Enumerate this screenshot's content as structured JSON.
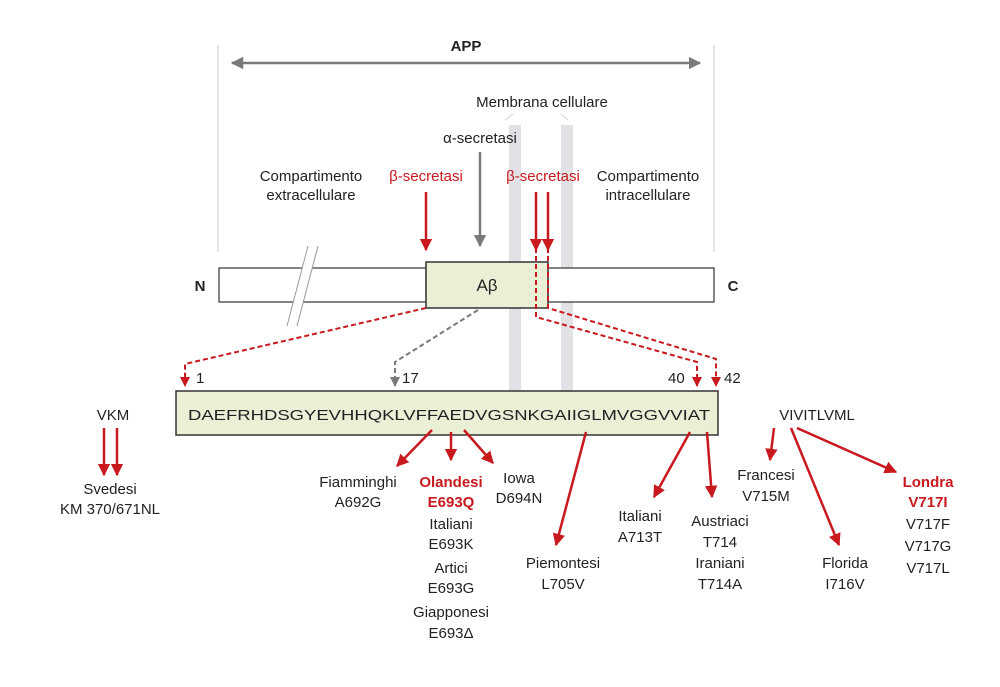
{
  "title": "APP",
  "colors": {
    "red": "#c8191e",
    "gray_arrow": "#7a7a7a",
    "box_fill": "#eaf0d6",
    "membrane": "#e2e2e6"
  },
  "labels": {
    "membrane": "Membrana cellulare",
    "alpha": "α-secretasi",
    "beta_left": "β-secretasi",
    "beta_right": "β-secretasi",
    "extracellular_1": "Compartimento",
    "extracellular_2": "extracellulare",
    "intracellular_1": "Compartimento",
    "intracellular_2": "intracellulare",
    "n_term": "N",
    "c_term": "C",
    "abeta": "Aβ"
  },
  "positions": {
    "p1": "1",
    "p17": "17",
    "p40": "40",
    "p42": "42"
  },
  "sequence": "DAEFRHDSGYEVHHQKLVFFAEDVGSNKGAIIGLMVGGVVIAT",
  "left_seq": "VKM",
  "right_seq": "VIVITLVML",
  "mutations": {
    "svedesi": [
      "Svedesi",
      "KM 370/671NL"
    ],
    "fiamminghi": [
      "Fiamminghi",
      "A692G"
    ],
    "olandesi": [
      "Olandesi",
      "E693Q"
    ],
    "olandesi_more": [
      "Italiani",
      "E693K",
      "Artici",
      "E693G",
      "Giapponesi",
      "E693Δ"
    ],
    "iowa": [
      "Iowa",
      "D694N"
    ],
    "piemontesi": [
      "Piemontesi",
      "L705V"
    ],
    "italiani": [
      "Italiani",
      "A713T"
    ],
    "austriaci": [
      "Austriaci",
      "T714",
      "Iraniani",
      "T714A"
    ],
    "francesi": [
      "Francesi",
      "V715M"
    ],
    "florida": [
      "Florida",
      "I716V"
    ],
    "londra": [
      "Londra",
      "V717I"
    ],
    "londra_more": [
      "V717F",
      "V717G",
      "V717L"
    ]
  }
}
